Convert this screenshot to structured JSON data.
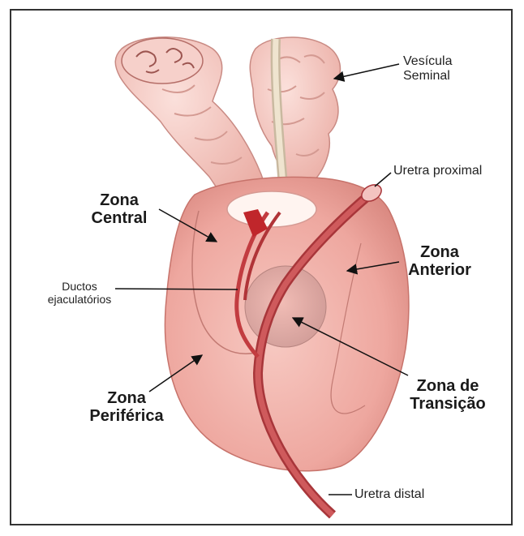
{
  "labels": {
    "vesicula_line1": "Vesícula",
    "vesicula_line2": "Seminal",
    "uretra_proximal": "Uretra proximal",
    "zona_central_line1": "Zona",
    "zona_central_line2": "Central",
    "zona_anterior_line1": "Zona",
    "zona_anterior_line2": "Anterior",
    "ductos_line1": "Ductos",
    "ductos_line2": "ejaculatórios",
    "zona_transicao_line1": "Zona de",
    "zona_transicao_line2": "Transição",
    "zona_periferica_line1": "Zona",
    "zona_periferica_line2": "Periférica",
    "uretra_distal": "Uretra distal"
  },
  "colors": {
    "gland": "#f2b3ab",
    "gland_dark": "#d98880",
    "seminal": "#f4c6bf",
    "urethra": "#c9474b",
    "duct": "#b33a3d",
    "frame": "#333333"
  }
}
